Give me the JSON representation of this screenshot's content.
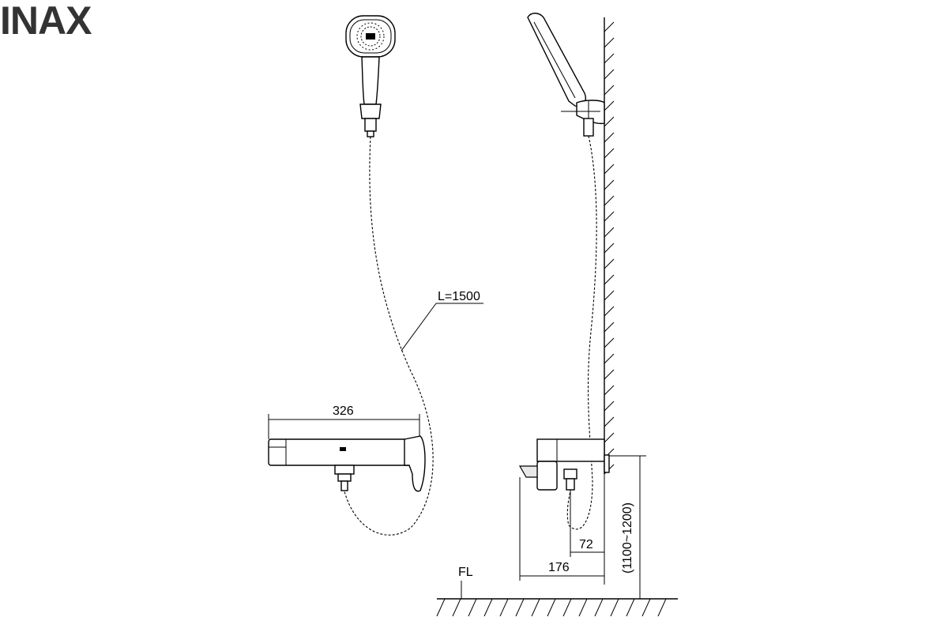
{
  "brand": {
    "name": "INAX",
    "color": "#333333"
  },
  "dimensions": {
    "hose_length": "L=1500",
    "body_width": "326",
    "projection_total": "176",
    "projection_outlet": "72",
    "mount_height": "(1100~1200)",
    "floor_label": "FL"
  },
  "colors": {
    "line": "#000000",
    "background": "#ffffff"
  }
}
